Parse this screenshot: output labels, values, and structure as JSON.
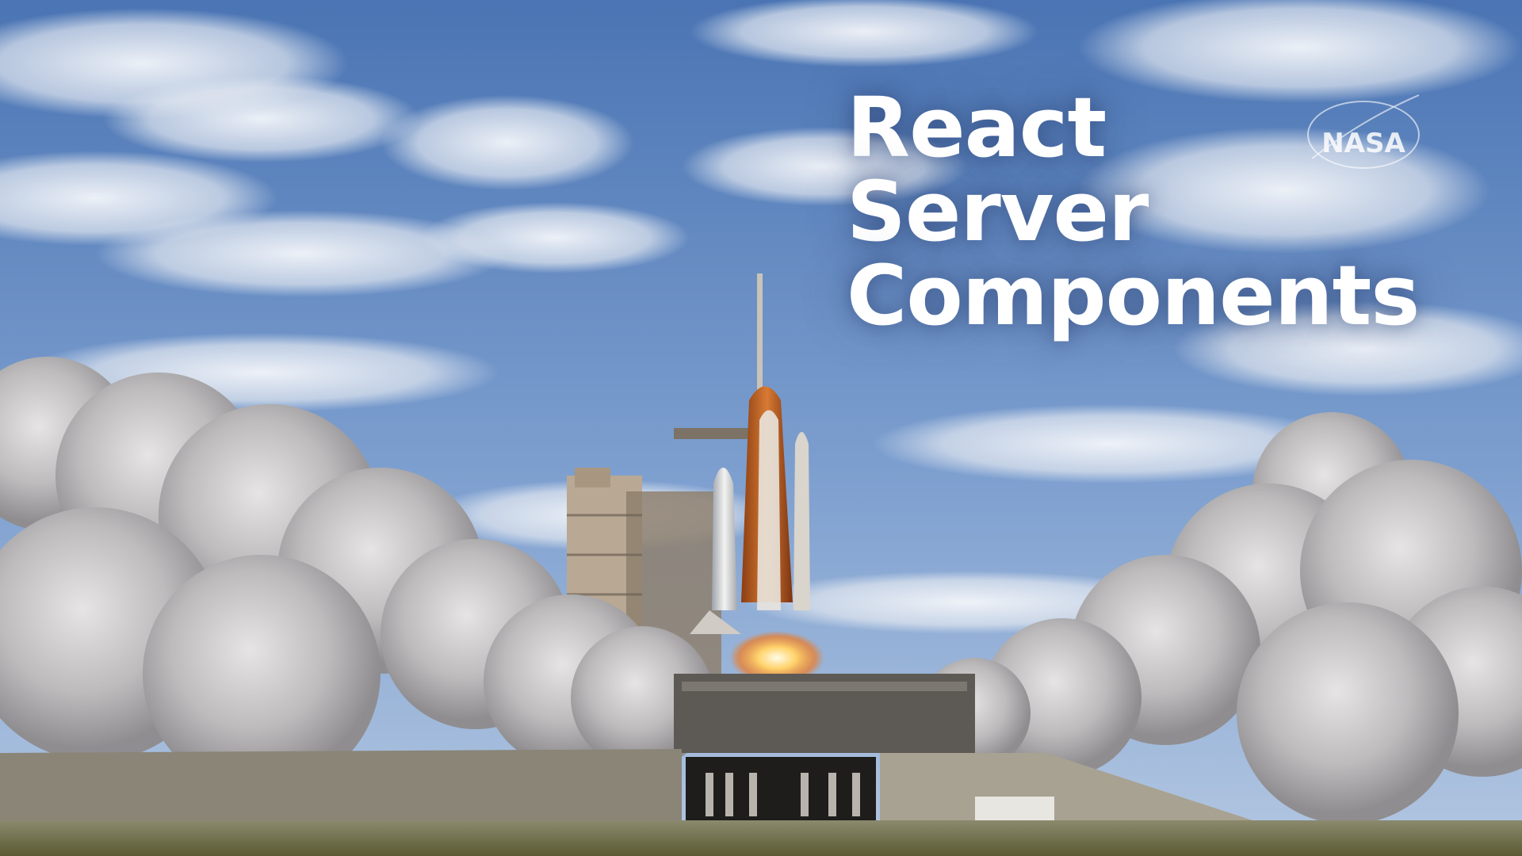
{
  "title": {
    "lines": [
      "React",
      "Server",
      "Components"
    ]
  },
  "logo": {
    "text": "NASA",
    "icon": "nasa-meatball-icon"
  },
  "colors": {
    "sky_top": "#4f7ab8",
    "sky_bottom": "#9cb6d8",
    "cloud": "#eef1f6",
    "smoke": "#c9c7c8",
    "shuttle_tank": "#c9621f",
    "flame": "#ffd27a",
    "ground": "#6b6b3a",
    "title_text": "#ffffff"
  }
}
